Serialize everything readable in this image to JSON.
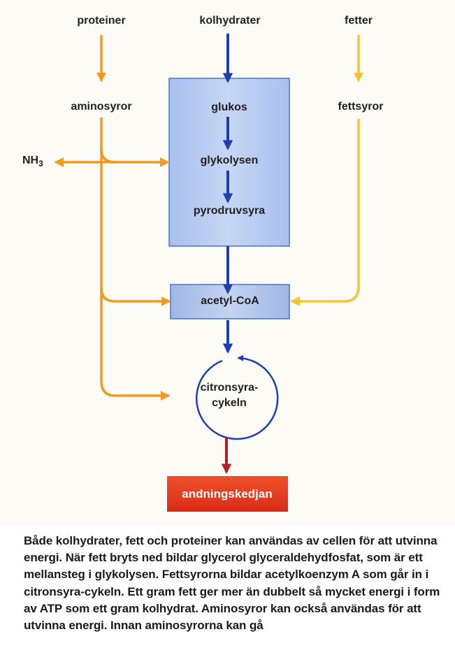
{
  "diagram": {
    "sources": {
      "proteins": "proteiner",
      "carbohydrates": "kolhydrater",
      "fats": "fetter"
    },
    "intermediates": {
      "amino_acids": "aminosyror",
      "fatty_acids": "fettsyror",
      "ammonia_base": "NH",
      "ammonia_subscript": "3",
      "glucose": "glukos",
      "glycolysis": "glykolysen",
      "pyruvic_acid": "pyrodruvsyra",
      "acetyl_coa": "acetyl-CoA",
      "citric_cycle_line1": "citronsyra-",
      "citric_cycle_line2": "cykeln",
      "respiratory_chain": "andningskedjan"
    },
    "colors": {
      "protein_pathway": "#f39a1e",
      "fat_pathway": "#f7c431",
      "carbohydrate_pathway": "#1b3fb3",
      "respiratory_chain_arrow": "#b52025",
      "glycolysis_box_fill": "#b9cdf0",
      "glycolysis_box_border": "#4a72c6",
      "respiratory_chain_box": "#e8371f"
    }
  },
  "caption": {
    "text": "Både kolhydrater, fett och proteiner kan användas av cellen för att utvinna energi. När fett bryts ned bildar glycerol glyceraldehydfosfat, som är ett mellansteg i glykolysen. Fettsyrorna bildar acetylkoenzym A som går in i citronsyra-cykeln. Ett gram fett ger mer än dubbelt så mycket energi i form av ATP som ett gram kolhydrat. Aminosyror kan också användas för att utvinna energi. Innan aminosyrorna kan gå"
  }
}
